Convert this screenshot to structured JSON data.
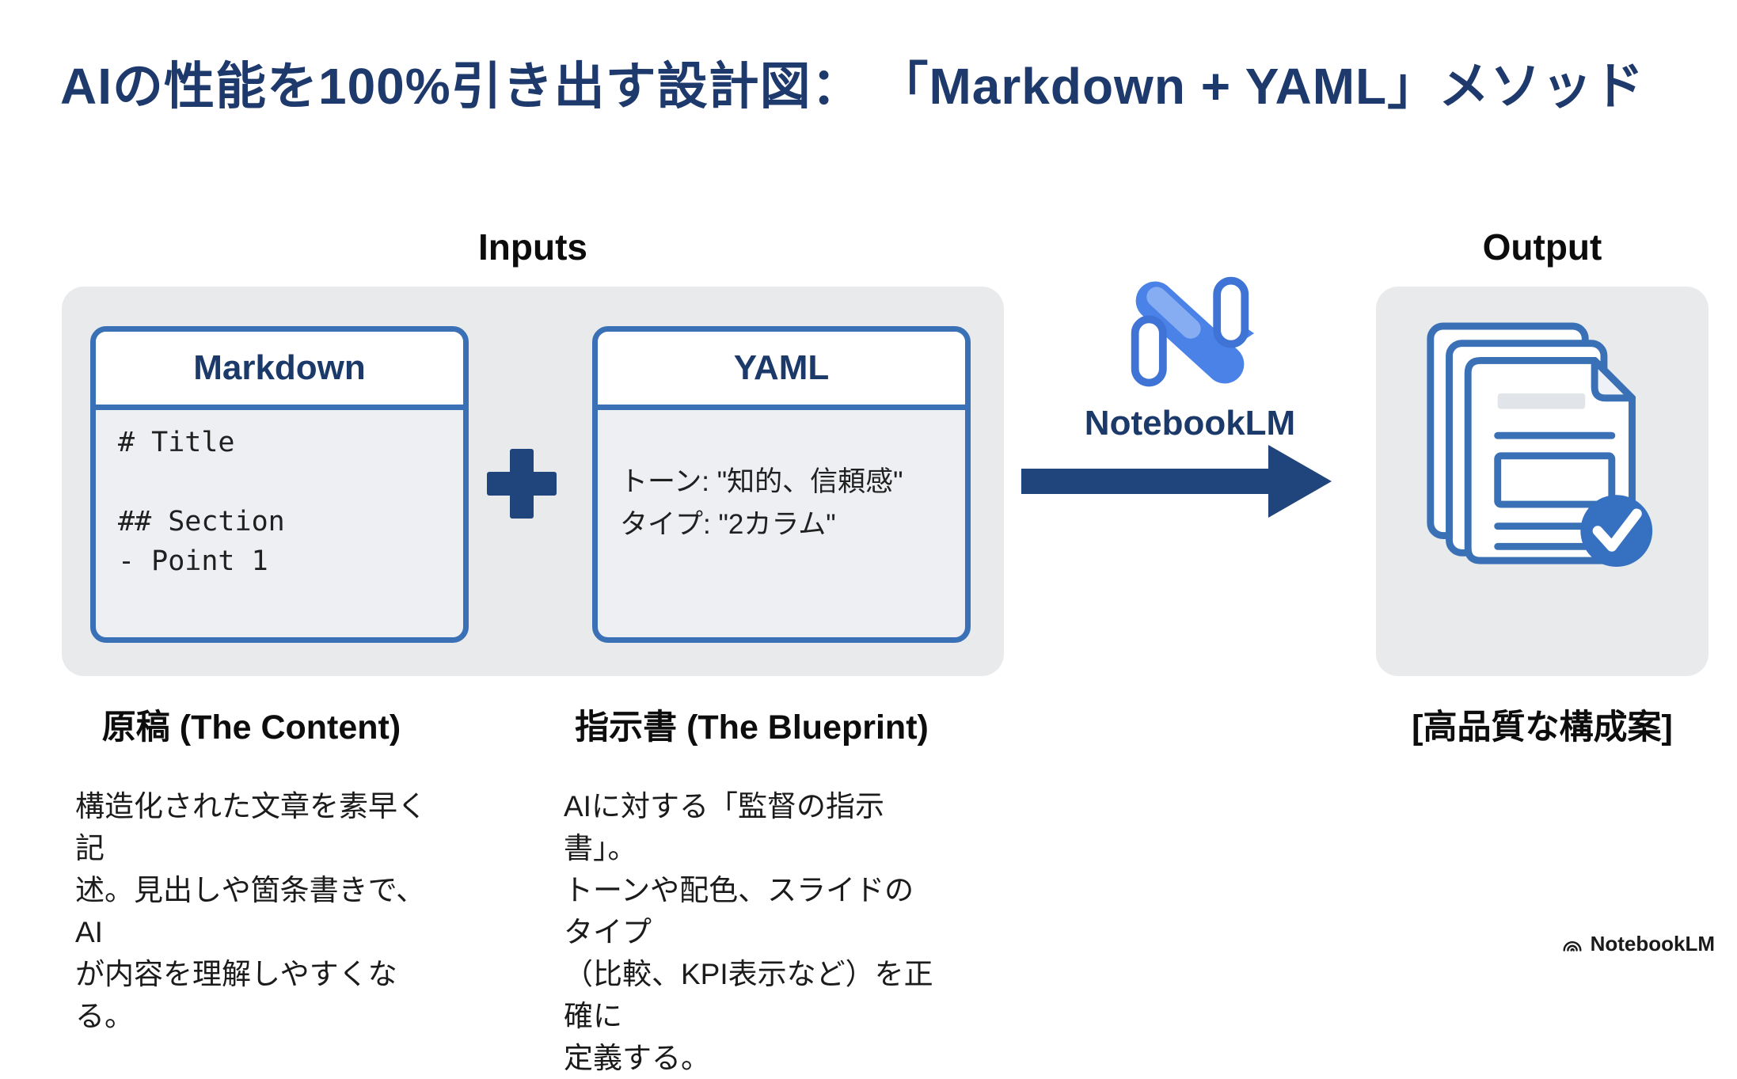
{
  "title": "AIの性能を100%引き出す設計図： 「Markdown + YAML」メソッド",
  "inputs": {
    "label": "Inputs",
    "plus": "+",
    "cards": [
      {
        "title": "Markdown",
        "body": "# Title\n\n## Section\n- Point 1"
      },
      {
        "title": "YAML",
        "body": "トーン: \"知的、信頼感\"\nタイプ: \"2カラム\""
      }
    ]
  },
  "engine": {
    "name": "NotebookLM"
  },
  "output": {
    "label": "Output",
    "result_label": "[高品質な構成案]"
  },
  "captions": [
    {
      "heading": "原稿 (The Content)",
      "body": "構造化された文章を素早く記\n述。見出しや箇条書きで、AI\nが内容を理解しやすくなる。"
    },
    {
      "heading": "指示書 (The Blueprint)",
      "body": "AIに対する「監督の指示書」。\nトーンや配色、スライドのタイプ\n（比較、KPI表示など）を正確に\n定義する。"
    }
  ],
  "watermark": {
    "label": "NotebookLM"
  },
  "icons": {
    "plus": "plus-icon",
    "flow": "arrow-right-icon",
    "logo": "notebooklm-n-icon",
    "docs": "documents-check-icon",
    "watermark_mark": "notebooklm-mark-icon"
  },
  "colors": {
    "title_navy": "#1e3a6d",
    "accent_blue": "#3a70b5",
    "dark_arrow_navy": "#20457c",
    "logo_blue": "#4b82e8",
    "logo_highlight": "#86acf2",
    "panel_gray": "#e9eaec",
    "card_body_gray": "#edeff2",
    "check_circle_blue": "#3671c1"
  }
}
